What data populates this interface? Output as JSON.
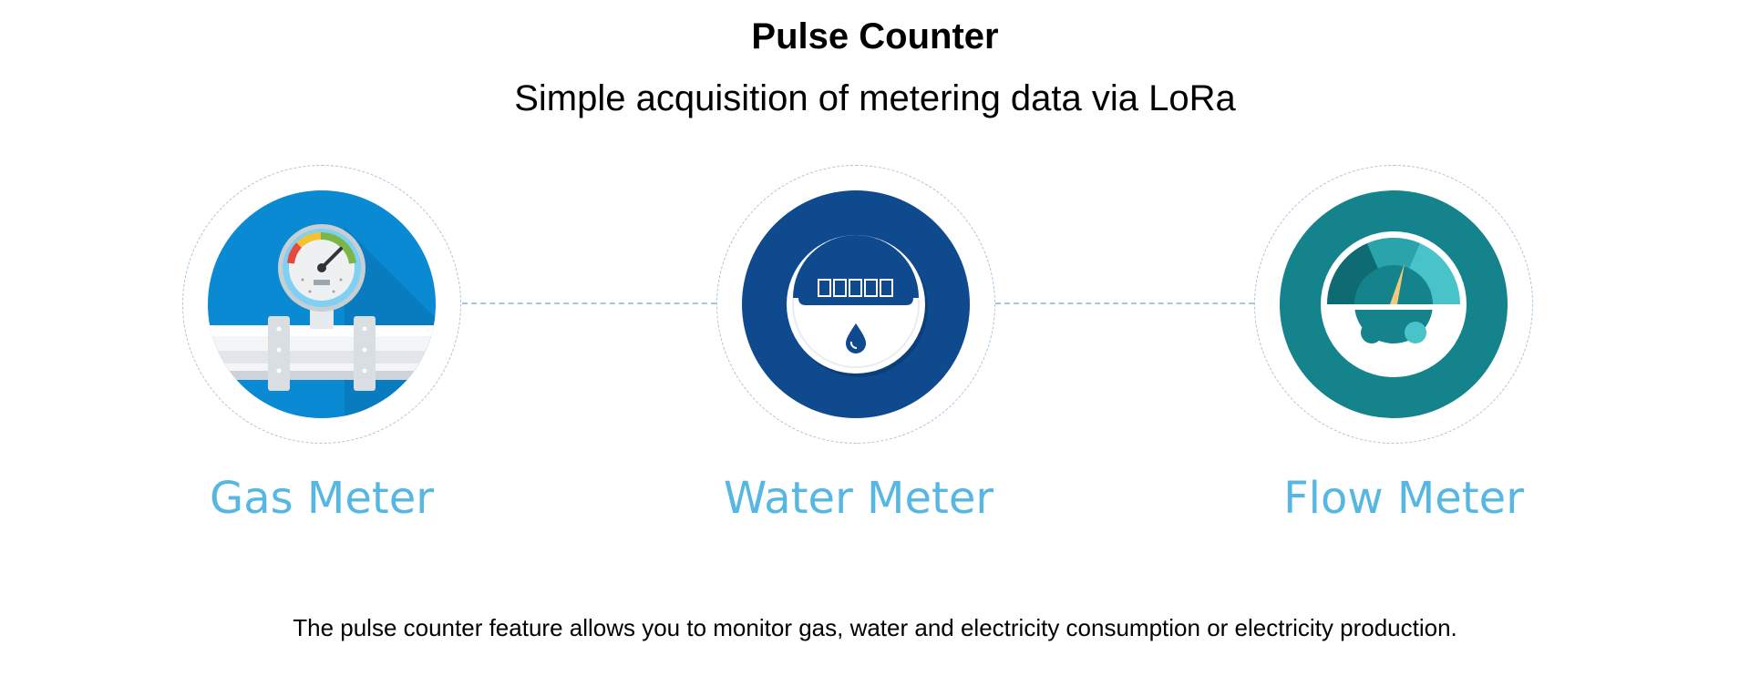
{
  "title": "Pulse Counter",
  "subtitle": "Simple acquisition of metering data via LoRa",
  "meters": [
    {
      "label": "Gas Meter",
      "icon": "gas-meter-icon",
      "color": "#0a8ad2"
    },
    {
      "label": "Water Meter",
      "icon": "water-meter-icon",
      "color": "#0e4a8d"
    },
    {
      "label": "Flow Meter",
      "icon": "flow-meter-icon",
      "color": "#15838c"
    }
  ],
  "footer": "The pulse counter feature allows you to monitor gas, water and electricity consumption or electricity production.",
  "colors": {
    "label": "#55b7e2",
    "connector": "#a9c4dc"
  }
}
